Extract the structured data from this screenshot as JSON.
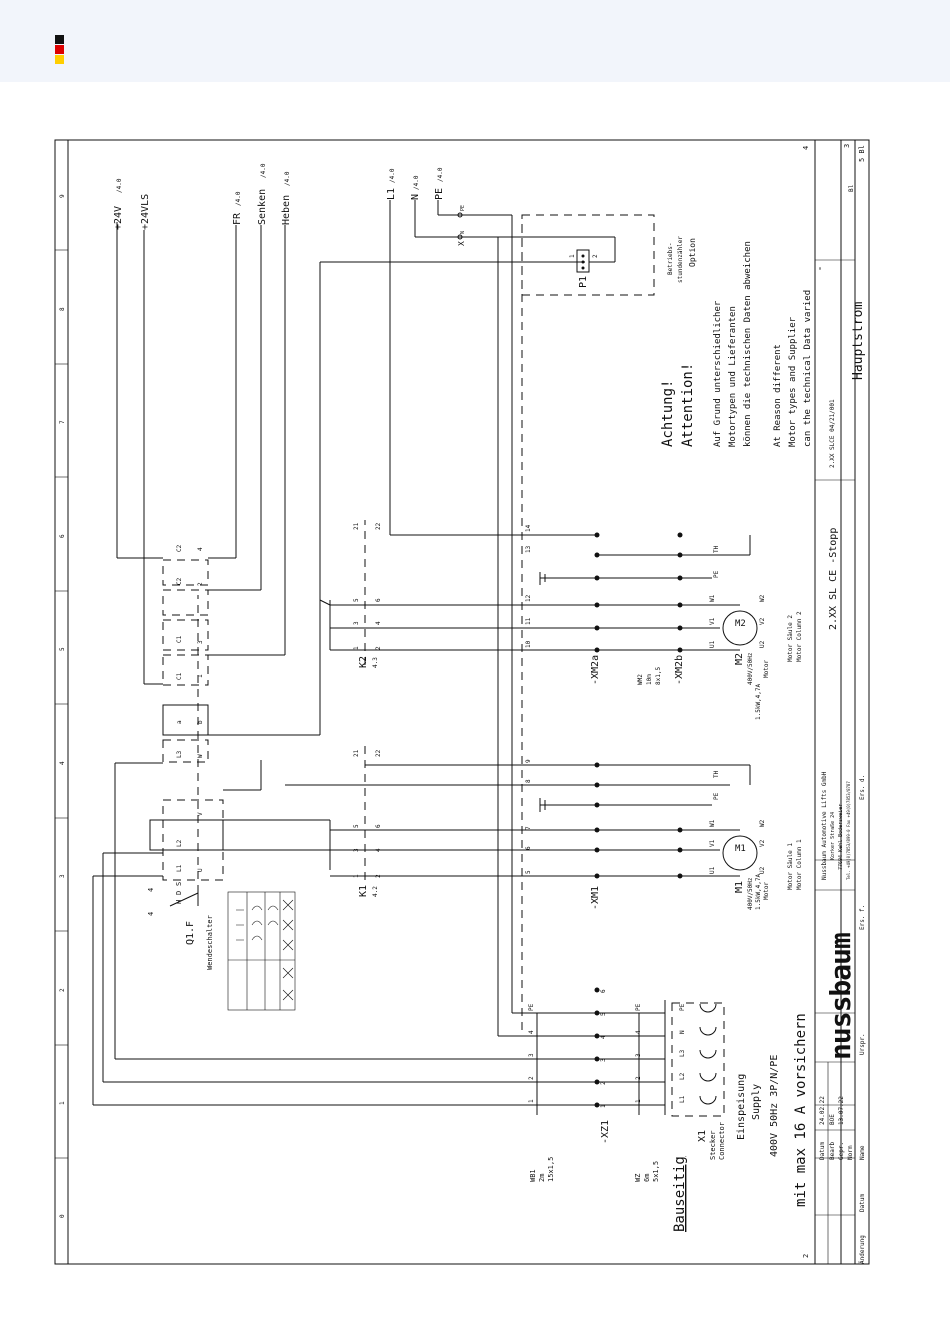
{
  "header": {
    "flag_colors": [
      "#111111",
      "#dd0000",
      "#ffce00"
    ]
  },
  "supply": {
    "bauseitig": "Bauseitig",
    "fuse_note": "mit max 16 A vorsichern",
    "einspeisung": "Einspeisung",
    "supply": "Supply",
    "voltage": "400V 50Hz 3P/N/PE",
    "x1": "X1",
    "stecker": "Stecker",
    "connector": "Connector",
    "xz1": "-XZ1",
    "wb1": [
      "WB1",
      "2m",
      "15x1,5"
    ],
    "wz": [
      "WZ",
      "6m",
      "5x1,5"
    ],
    "terminals_xz1": [
      "1",
      "2",
      "3",
      "4",
      "5",
      "6"
    ],
    "x1_pins": [
      "L1",
      "L2",
      "L3",
      "N",
      "PE"
    ],
    "x1_nums": [
      "1",
      "2",
      "3",
      "4"
    ],
    "pe": "PE"
  },
  "switch": {
    "q1": "Q1.F",
    "q1_sub": "Wendeschalter",
    "hds": [
      "H",
      "D",
      "S"
    ],
    "pos": "4",
    "contacts": [
      "L1",
      "L2",
      "L3",
      "U",
      "V",
      "W",
      "a",
      "b",
      "C1",
      "C1",
      "C2",
      "C2",
      "1",
      "3",
      "2",
      "4"
    ]
  },
  "contactors": {
    "k1": "K1",
    "k1_ref": "4.2",
    "k2": "K2",
    "k2_ref": "4.3",
    "nums": [
      "1",
      "2",
      "3",
      "4",
      "5",
      "6",
      "21",
      "22",
      "13",
      "14"
    ]
  },
  "motors": {
    "xm1": "-XM1",
    "xm2a": "-XM2a",
    "xm2b": "-XM2b",
    "m1": "M1",
    "m2": "M2",
    "m_spec_1": "400V/50Hz",
    "m_spec_2": "1.5kW,4,7A",
    "m_spec_motor": "Motor",
    "m1_col": [
      "Motor Säule 1",
      "Motor Column 1"
    ],
    "m2_col": [
      "Motor Säule 2",
      "Motor Column 2"
    ],
    "wm2": [
      "WM2",
      "10m",
      "8x1,5"
    ],
    "windings": [
      "U1",
      "V1",
      "W1",
      "U2",
      "V2",
      "W2",
      "TH",
      "PE"
    ],
    "term_nums": [
      "1",
      "2",
      "3",
      "4",
      "5",
      "6",
      "7",
      "8",
      "9",
      "10",
      "11",
      "12",
      "13",
      "14"
    ]
  },
  "outputs": {
    "o1": "+24V",
    "o1_ref": "/4.0",
    "o2": "+24VLS",
    "o3": "FR",
    "o3_ref": "/4.0",
    "o4": "Senken",
    "o4_ref": "/4.0",
    "o5": "Heben",
    "o5_ref": "/4.0",
    "o6": "L1",
    "o6_ref": "/4.0",
    "o7": "N",
    "o7_ref": "/4.0",
    "o8": "PE",
    "o8_ref": "/4.0"
  },
  "option": {
    "p1": "P1",
    "betriebs": "Betriebs-",
    "stundenzaehler": "stundenzähler",
    "option": "Option",
    "x": "X",
    "pins": [
      "N",
      "PE",
      "1",
      "2"
    ]
  },
  "notes": {
    "achtung": "Achtung!",
    "attention": "Attention!",
    "de_1": "Auf Grund unterschiedlicher",
    "de_2": "Motortypen und Lieferanten",
    "de_3": "können die technischen Daten abweichen",
    "en_1": "At Reason different",
    "en_2": "Motor types and Supplier",
    "en_3": "can the technical Data varied"
  },
  "titleblock": {
    "columns": [
      "0",
      "1",
      "2",
      "3",
      "4",
      "5",
      "6",
      "7",
      "8",
      "9"
    ],
    "rows_l": [
      "Datum",
      "Bearb",
      "Gepr.",
      "Norm"
    ],
    "rows_v": [
      "24.02.22",
      "BOE",
      "13.07.22",
      ""
    ],
    "aenderung": "Änderung",
    "datum": "Datum",
    "name": "Name",
    "urspr": "Urspr.",
    "ers_f": "Ers. f.",
    "ers_d": "Ers. d.",
    "company": "Nussbaum Automotive Lifts GmbH",
    "company_addr": "Korker Straße 24",
    "company_city": "77694 Kehl-Bodersweier",
    "company_tel": "Tel. +49(0)7853/899-0  Fax +49(0)7853/8787",
    "brand": "nussbaum",
    "drawing_no": "2.XX SL CE -Stopp",
    "doc_no": "2.XX SLCE 04/21/001",
    "title": "Hauptstrom",
    "sheet": "4",
    "sheet_total": "3",
    "bl": "5 Bl",
    "bl_short": "Bl",
    "prev_sheet": "2",
    "col_letter": "="
  }
}
